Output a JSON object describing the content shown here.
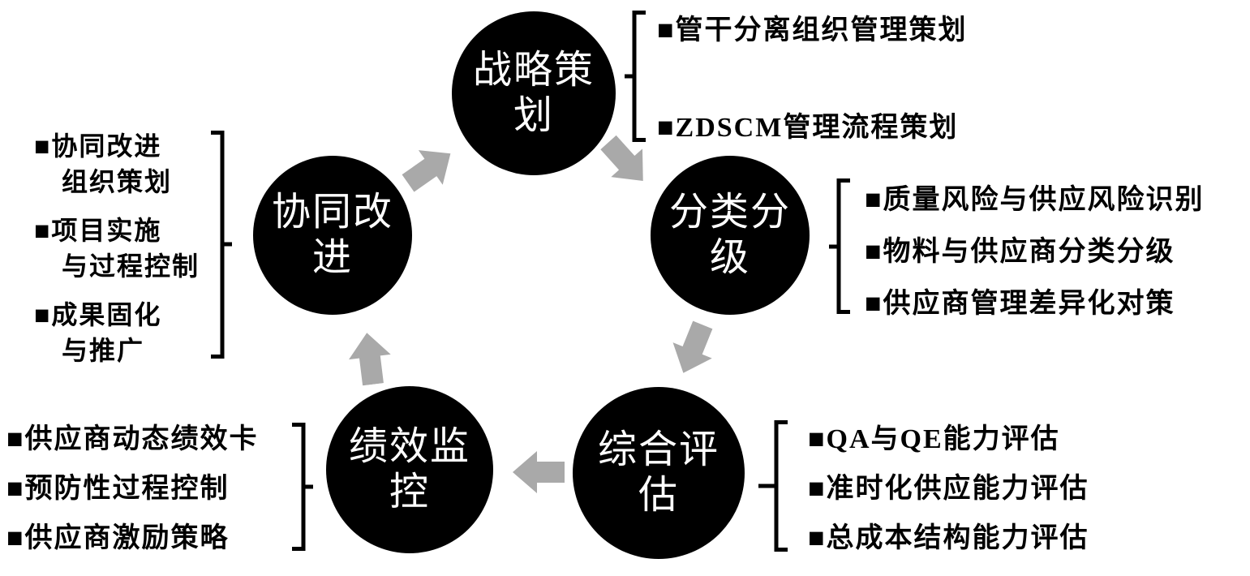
{
  "colors": {
    "background": "#ffffff",
    "circle_fill": "#000000",
    "circle_text": "#ffffff",
    "arrow": "#a9a9a9",
    "bracket": "#000000",
    "list_text": "#000000"
  },
  "nodes": {
    "strategic": {
      "label": "战略策\n划"
    },
    "classify": {
      "label": "分类分\n级"
    },
    "evaluate": {
      "label": "综合评\n估"
    },
    "monitor": {
      "label": "绩效监\n控"
    },
    "improve": {
      "label": "协同改\n进"
    }
  },
  "lists": {
    "strategic": {
      "items": [
        "■管干分离组织管理策划",
        "■ZDSCM管理流程策划"
      ]
    },
    "classify": {
      "items": [
        "■质量风险与供应风险识别",
        "■物料与供应商分类分级",
        "■供应商管理差异化对策"
      ]
    },
    "evaluate": {
      "items": [
        "■QA与QE能力评估",
        "■准时化供应能力评估",
        "■总成本结构能力评估"
      ]
    },
    "monitor": {
      "items": [
        "■供应商动态绩效卡",
        "■预防性过程控制",
        "■供应商激励策略"
      ]
    },
    "improve": {
      "items": [
        "■协同改进\n　组织策划",
        "■项目实施\n　与过程控制",
        "■成果固化\n　与推广"
      ]
    }
  }
}
